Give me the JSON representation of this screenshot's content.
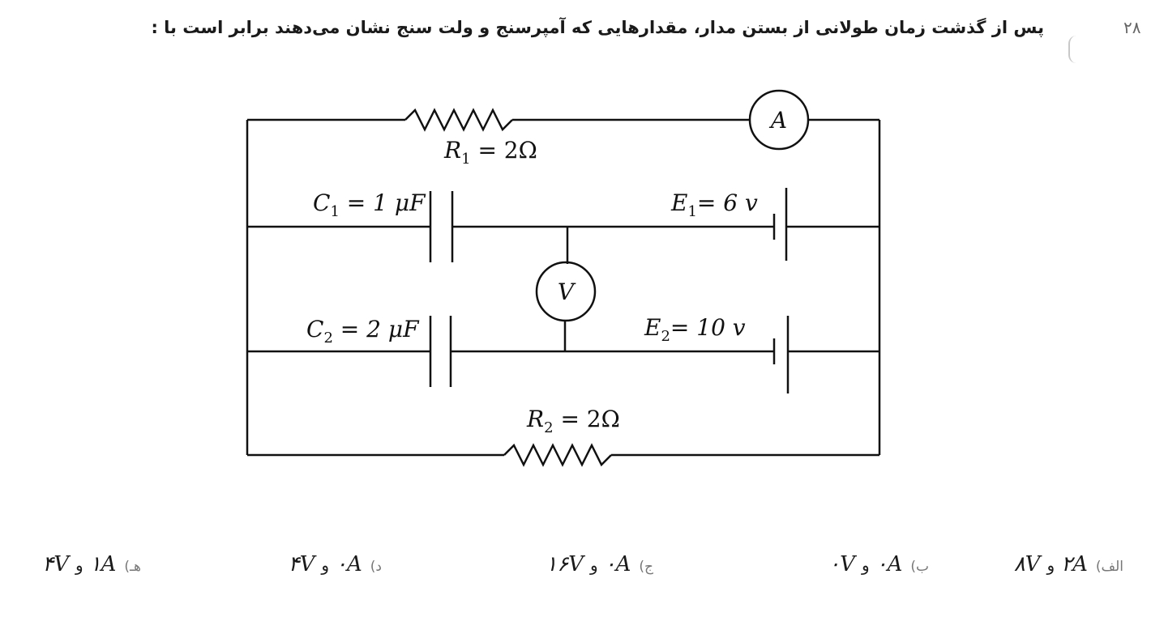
{
  "question": {
    "number": "۲۸",
    "text": "پس از گذشت زمان طولانی از بستن مدار، مقدارهایی که آمپرسنج و ولت سنج نشان می‌دهند برابر است با :"
  },
  "circuit": {
    "ammeter_symbol": "A",
    "voltmeter_symbol": "V",
    "r1": {
      "name": "R",
      "sub": "1",
      "value": " = 2Ω"
    },
    "r2": {
      "name": "R",
      "sub": "2",
      "value": " = 2Ω"
    },
    "c1": {
      "name": "C",
      "sub": "1",
      "value": " = 1 μF"
    },
    "c2": {
      "name": "C",
      "sub": "2",
      "value": " = 2 μF"
    },
    "e1": {
      "name": "E",
      "sub": "1",
      "value": "= 6 v"
    },
    "e2": {
      "name": "E",
      "sub": "2",
      "value": "= 10 v"
    }
  },
  "choices": [
    {
      "letter": "الف)",
      "current": "۲A",
      "voltage": "۸V",
      "joiner": "و"
    },
    {
      "letter": "ب)",
      "current": "۰A",
      "voltage": "۰V",
      "joiner": "و"
    },
    {
      "letter": "ج)",
      "current": "۰A",
      "voltage": "۱۶V",
      "joiner": "و"
    },
    {
      "letter": "د)",
      "current": "۰A",
      "voltage": "۴V",
      "joiner": "و"
    },
    {
      "letter": "هـ)",
      "current": "۱A",
      "voltage": "۴V",
      "joiner": "و"
    }
  ]
}
